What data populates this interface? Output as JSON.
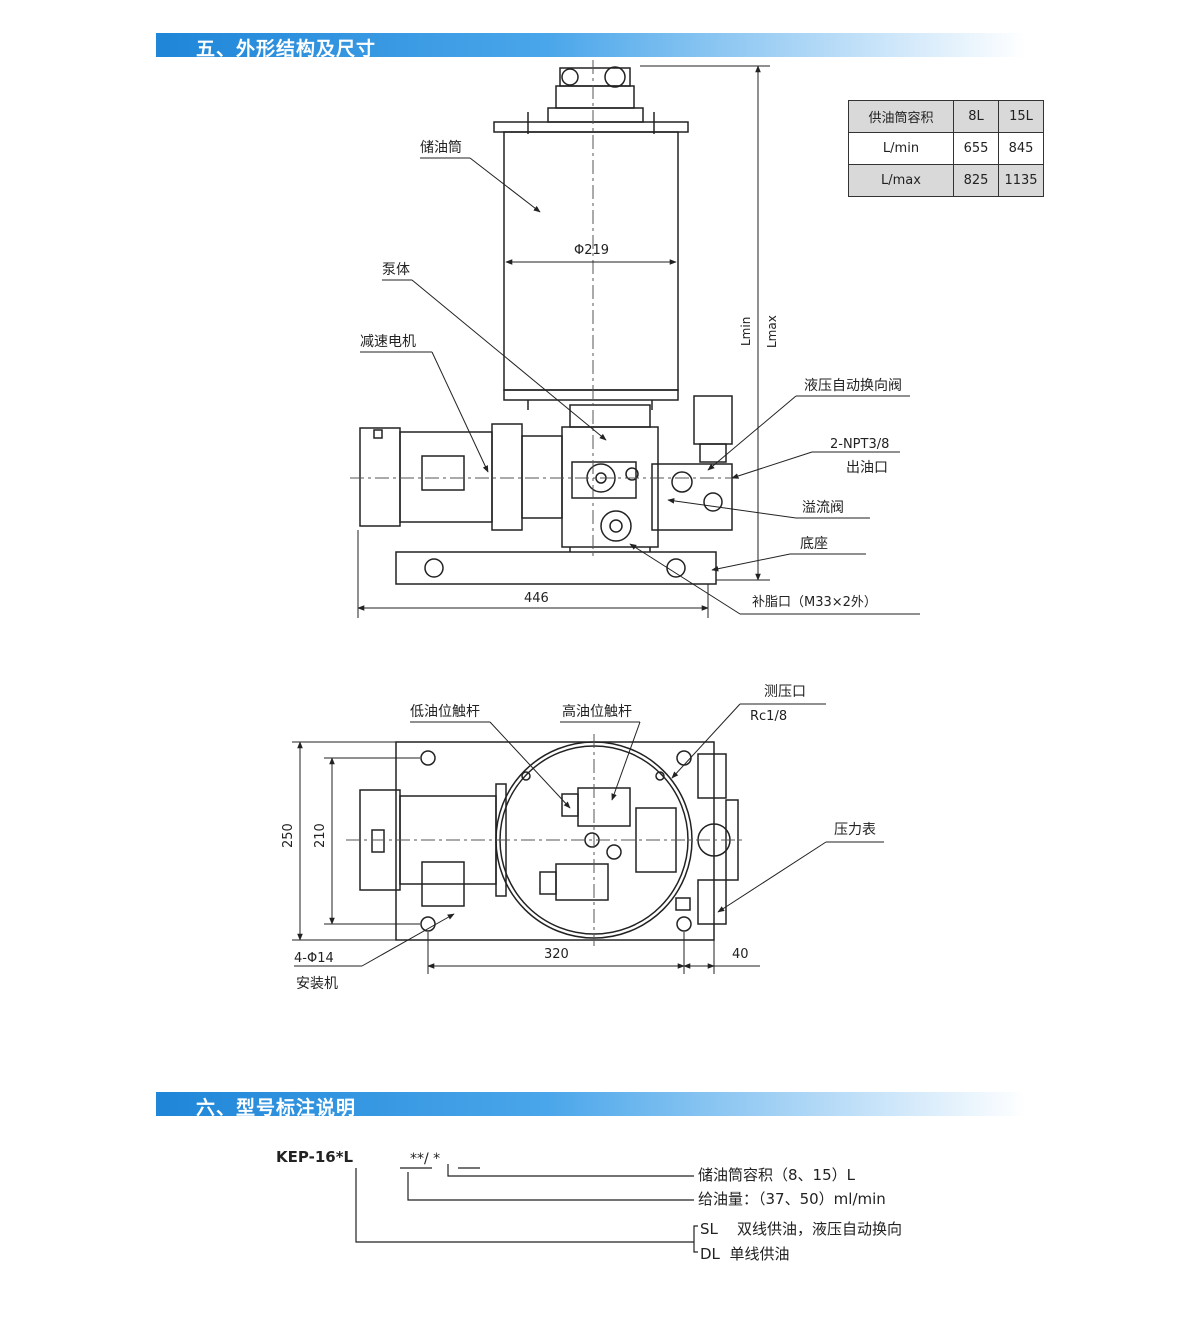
{
  "section5": {
    "title": "五、外形结构及尺寸"
  },
  "section6": {
    "title": "六、型号标注说明"
  },
  "spec_table": {
    "header": [
      "供油筒容积",
      "8L",
      "15L"
    ],
    "rows": [
      [
        "L/min",
        "655",
        "845"
      ],
      [
        "L/max",
        "825",
        "1135"
      ]
    ]
  },
  "front_view": {
    "labels": {
      "reservoir": "储油筒",
      "pump_body": "泵体",
      "gear_motor": "减速电机",
      "hydraulic_valve": "液压自动换向阀",
      "outlet_size": "2-NPT3/8",
      "outlet": "出油口",
      "overflow_valve": "溢流阀",
      "base": "底座",
      "grease_port": "补脂口（M33×2外）"
    },
    "dims": {
      "diameter": "Φ219",
      "width": "446",
      "lmin": "Lmin",
      "lmax": "Lmax"
    }
  },
  "top_view": {
    "labels": {
      "low_level_lever": "低油位触杆",
      "high_level_lever": "高油位触杆",
      "pressure_port": "测压口",
      "pressure_port_size": "Rc1/8",
      "gauge": "压力表",
      "mount_holes": "4-Φ14",
      "mount": "安装机"
    },
    "dims": {
      "d250": "250",
      "d210": "210",
      "d320": "320",
      "d40": "40"
    }
  },
  "model_code": {
    "model": "KEP-16*L",
    "suffix": "**/ *",
    "legend": [
      "储油筒容积（8、15）L",
      "给油量：（37、50）ml/min",
      "SL    双线供油，液压自动换向",
      "DL  单线供油"
    ]
  },
  "colors": {
    "banner_start": "#1f86d8",
    "banner_end": "#ffffff",
    "line": "#222222",
    "table_gray": "#d9d9d9"
  }
}
